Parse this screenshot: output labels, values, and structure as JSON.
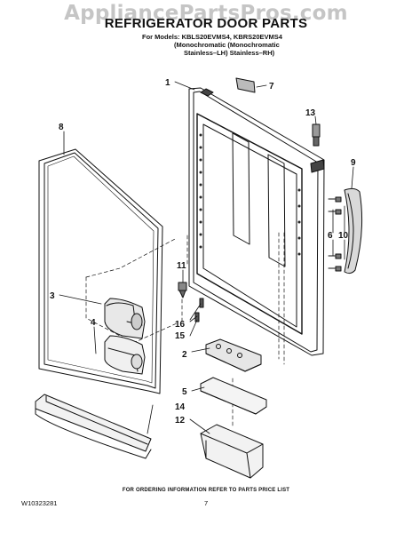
{
  "watermark": "AppliancePartsPros.com",
  "title": "REFRIGERATOR DOOR PARTS",
  "models": {
    "line1": "For Models: KBLS20EVMS4, KBRS20EVMS4",
    "line2": "(Monochromatic   (Monochromatic",
    "line3": "Stainless–LH)    Stainless–RH)"
  },
  "callouts": {
    "c1": "1",
    "c2": "2",
    "c3": "3",
    "c4": "4",
    "c5": "5",
    "c6": "6",
    "c7": "7",
    "c8": "8",
    "c9": "9",
    "c10": "10",
    "c11": "11",
    "c12": "12",
    "c13": "13",
    "c14": "14",
    "c15": "15",
    "c16": "16"
  },
  "footer": "FOR ORDERING INFORMATION REFER TO PARTS PRICE LIST",
  "doc_number": "W10323281",
  "page_number": "7"
}
